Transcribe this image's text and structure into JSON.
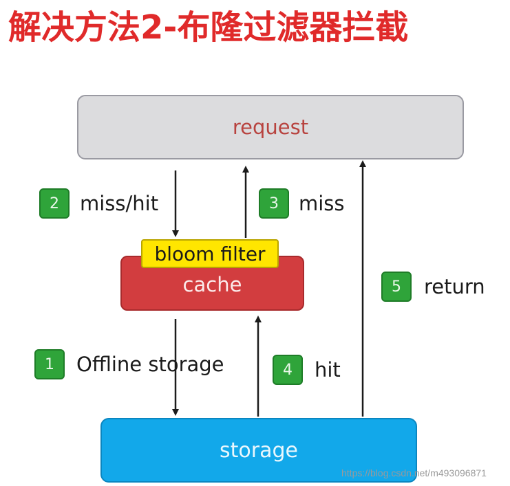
{
  "title": "解决方法2-布隆过滤器拦截",
  "nodes": {
    "request": "request",
    "bloom_filter": "bloom filter",
    "cache": "cache",
    "storage": "storage"
  },
  "steps": [
    {
      "number": "1",
      "label": "Offline storage"
    },
    {
      "number": "2",
      "label": "miss/hit"
    },
    {
      "number": "3",
      "label": "miss"
    },
    {
      "number": "4",
      "label": "hit"
    },
    {
      "number": "5",
      "label": "return"
    }
  ],
  "watermark": "https://blog.csdn.net/m493096871",
  "colors": {
    "title": "#e02a2a",
    "request_fill": "#dcdcde",
    "cache_fill": "#d23d3f",
    "bloom_fill": "#ffe600",
    "storage_fill": "#12a8ea",
    "badge_fill": "#2fa43a"
  }
}
